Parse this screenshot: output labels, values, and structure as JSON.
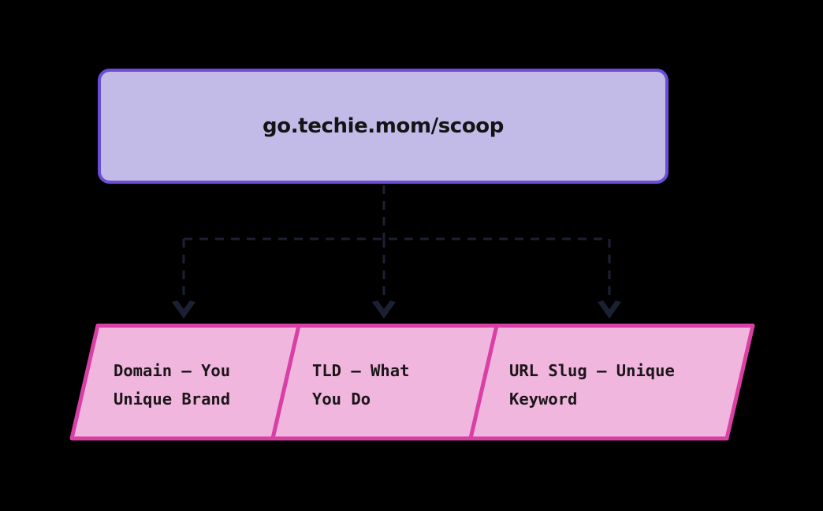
{
  "diagram": {
    "type": "flowchart",
    "background_color": "#000000",
    "root": {
      "label": "go.techie.mom/scoop",
      "shape": "rounded-rectangle",
      "fill_color": "#c2bbe8",
      "border_color": "#6b4dd6",
      "text_color": "#141414"
    },
    "connector": {
      "style": "dashed",
      "color": "#1b2133",
      "arrowhead": "v-arrow",
      "branch_count": 3
    },
    "segments": [
      {
        "id": "domain",
        "label": "Domain – You\nUnique Brand",
        "line1": "Domain – You",
        "line2": "Unique Brand",
        "shape": "parallelogram",
        "fill_color": "#f0b6dd",
        "border_color": "#d93fa4",
        "text_color": "#1c1519"
      },
      {
        "id": "tld",
        "label": "TLD – What\nYou Do",
        "line1": "TLD – What",
        "line2": "You Do",
        "shape": "parallelogram",
        "fill_color": "#f0b6dd",
        "border_color": "#d93fa4",
        "text_color": "#1c1519"
      },
      {
        "id": "url-slug",
        "label": "URL Slug – Unique\nKeyword",
        "line1": "URL Slug – Unique",
        "line2": "Keyword",
        "shape": "parallelogram",
        "fill_color": "#f0b6dd",
        "border_color": "#d93fa4",
        "text_color": "#1c1519"
      }
    ]
  }
}
